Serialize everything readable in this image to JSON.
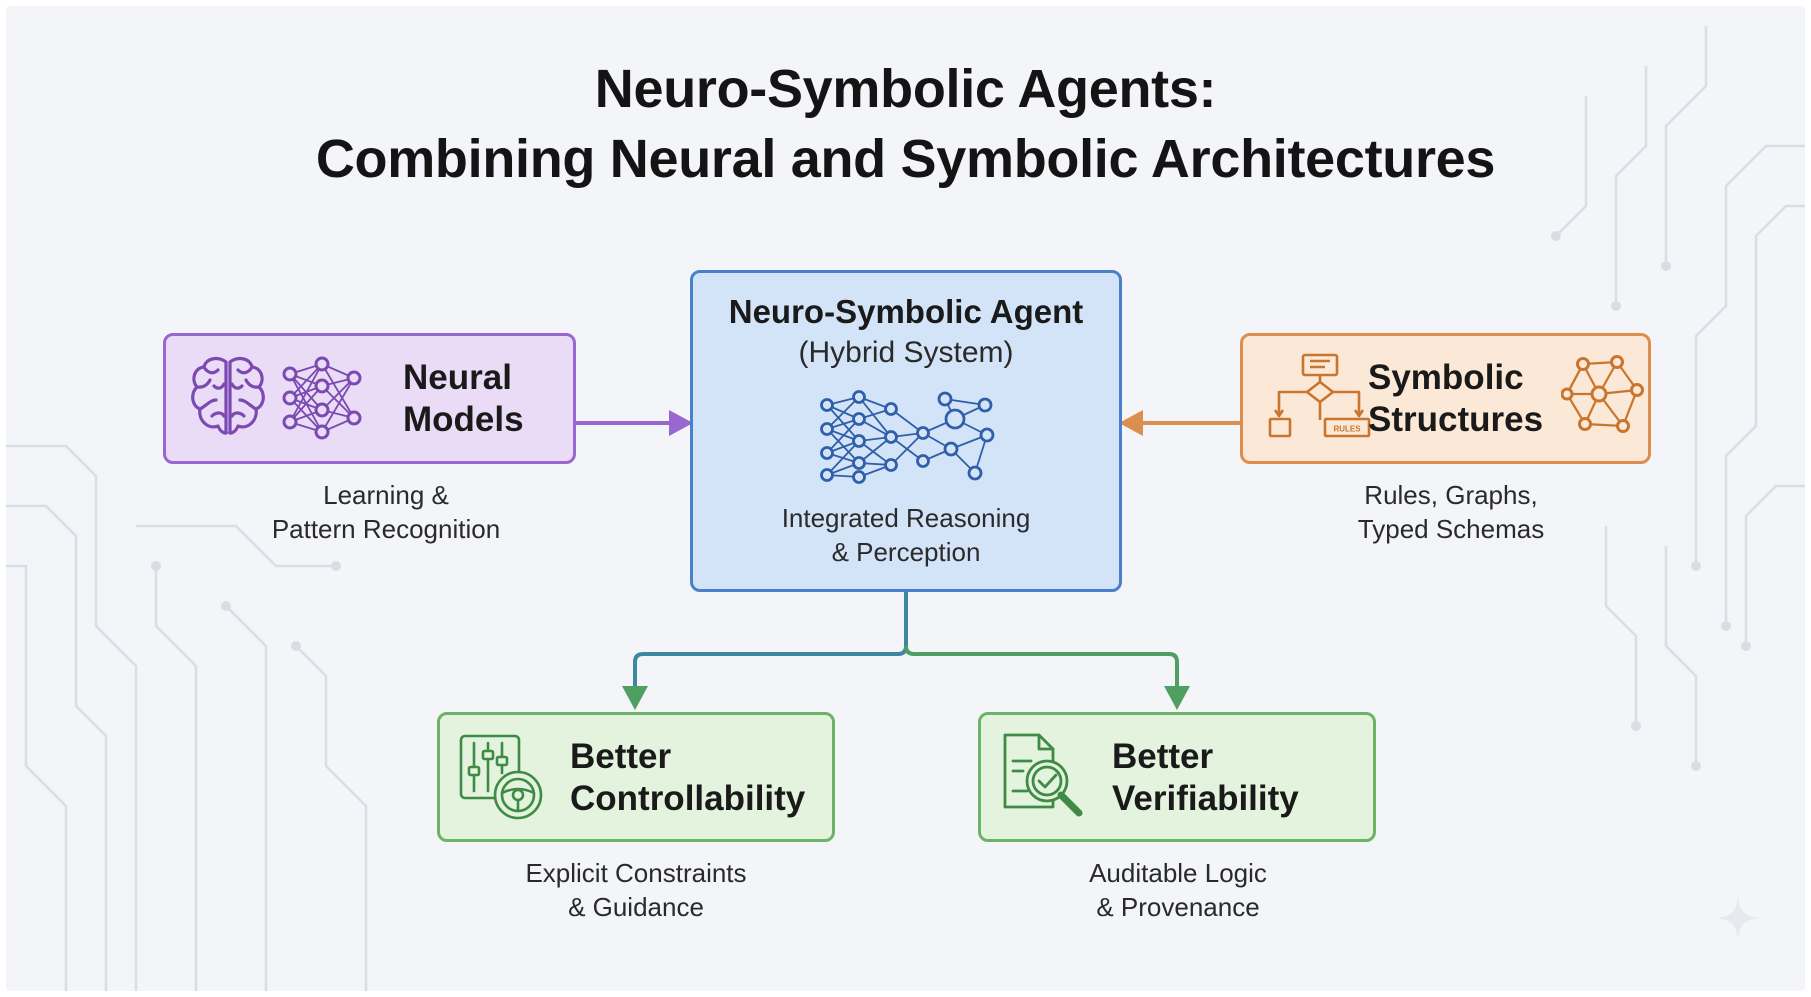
{
  "title": {
    "line1": "Neuro-Symbolic Agents:",
    "line2": "Combining Neural and Symbolic Architectures"
  },
  "neural": {
    "label_line1": "Neural",
    "label_line2": "Models",
    "caption_line1": "Learning &",
    "caption_line2": "Pattern Recognition",
    "icons": [
      "brain-icon",
      "neural-network-icon"
    ],
    "color": "#9867cf"
  },
  "symbolic": {
    "label_line1": "Symbolic",
    "label_line2": "Structures",
    "flowchart_tag": "RULES",
    "caption_line1": "Rules, Graphs,",
    "caption_line2": "Typed Schemas",
    "icons": [
      "flowchart-icon",
      "graph-icon"
    ],
    "color": "#dc8e4e"
  },
  "agent": {
    "title": "Neuro-Symbolic Agent",
    "subtitle": "(Hybrid System)",
    "note_line1": "Integrated Reasoning",
    "note_line2": "& Perception",
    "icons": [
      "hybrid-network-icon"
    ],
    "color": "#4a80c8"
  },
  "controllability": {
    "label_line1": "Better",
    "label_line2": "Controllability",
    "caption_line1": "Explicit Constraints",
    "caption_line2": "& Guidance",
    "icons": [
      "sliders-steering-icon"
    ],
    "color": "#6cb368"
  },
  "verifiability": {
    "label_line1": "Better",
    "label_line2": "Verifiability",
    "caption_line1": "Auditable Logic",
    "caption_line2": "& Provenance",
    "icons": [
      "document-magnifier-icon"
    ],
    "color": "#6cb368"
  }
}
